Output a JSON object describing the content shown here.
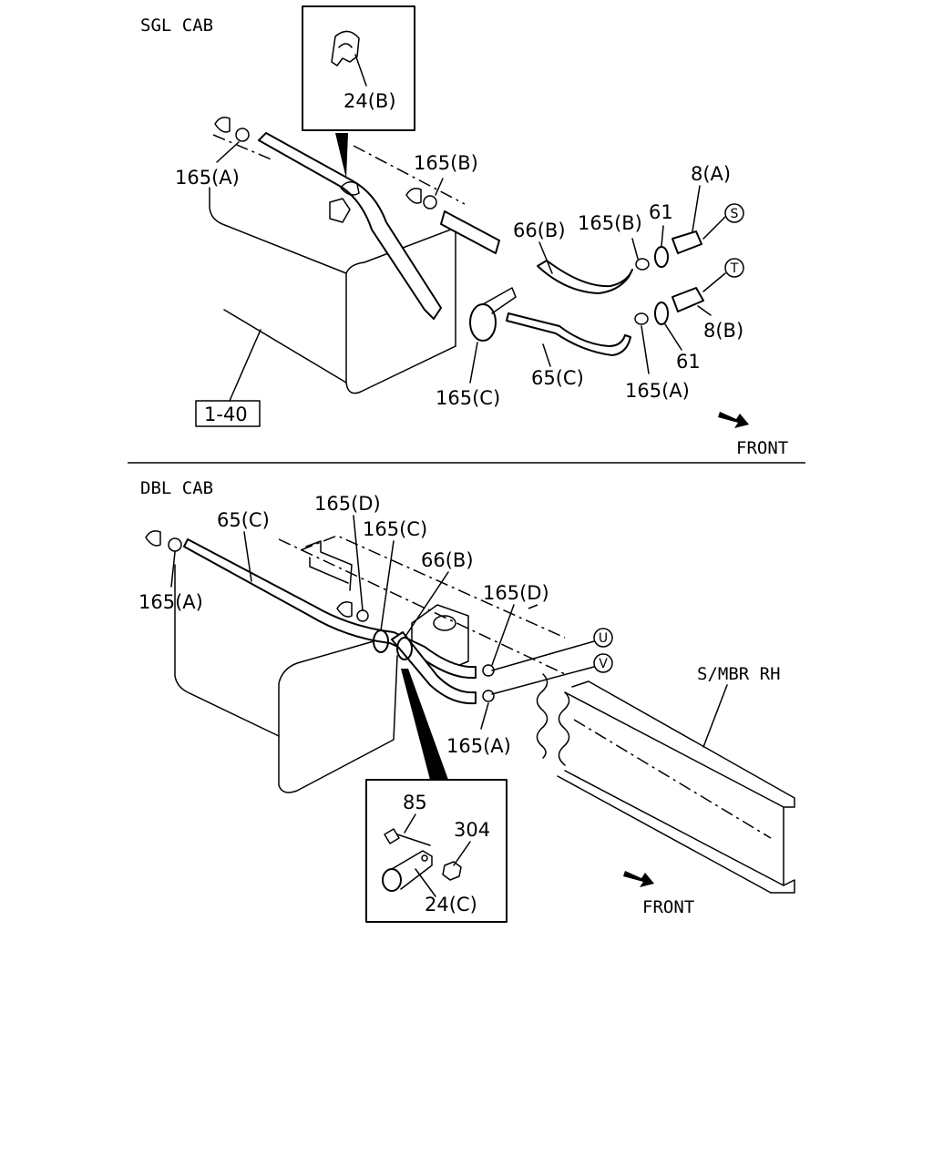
{
  "sections": {
    "sgl_cab": "SGL CAB",
    "dbl_cab": "DBL CAB"
  },
  "front_label": "FRONT",
  "reference_box": "1-40",
  "member_label": "S/MBR RH",
  "parts": {
    "p24b": "24(B)",
    "p24c": "24(C)",
    "p165a": "165(A)",
    "p165b": "165(B)",
    "p165c": "165(C)",
    "p165d": "165(D)",
    "p66b": "66(B)",
    "p65c": "65(C)",
    "p8a": "8(A)",
    "p8b": "8(B)",
    "p61": "61",
    "p85": "85",
    "p304": "304"
  },
  "connectors": {
    "s": "S",
    "t": "T",
    "u": "U",
    "v": "V"
  }
}
